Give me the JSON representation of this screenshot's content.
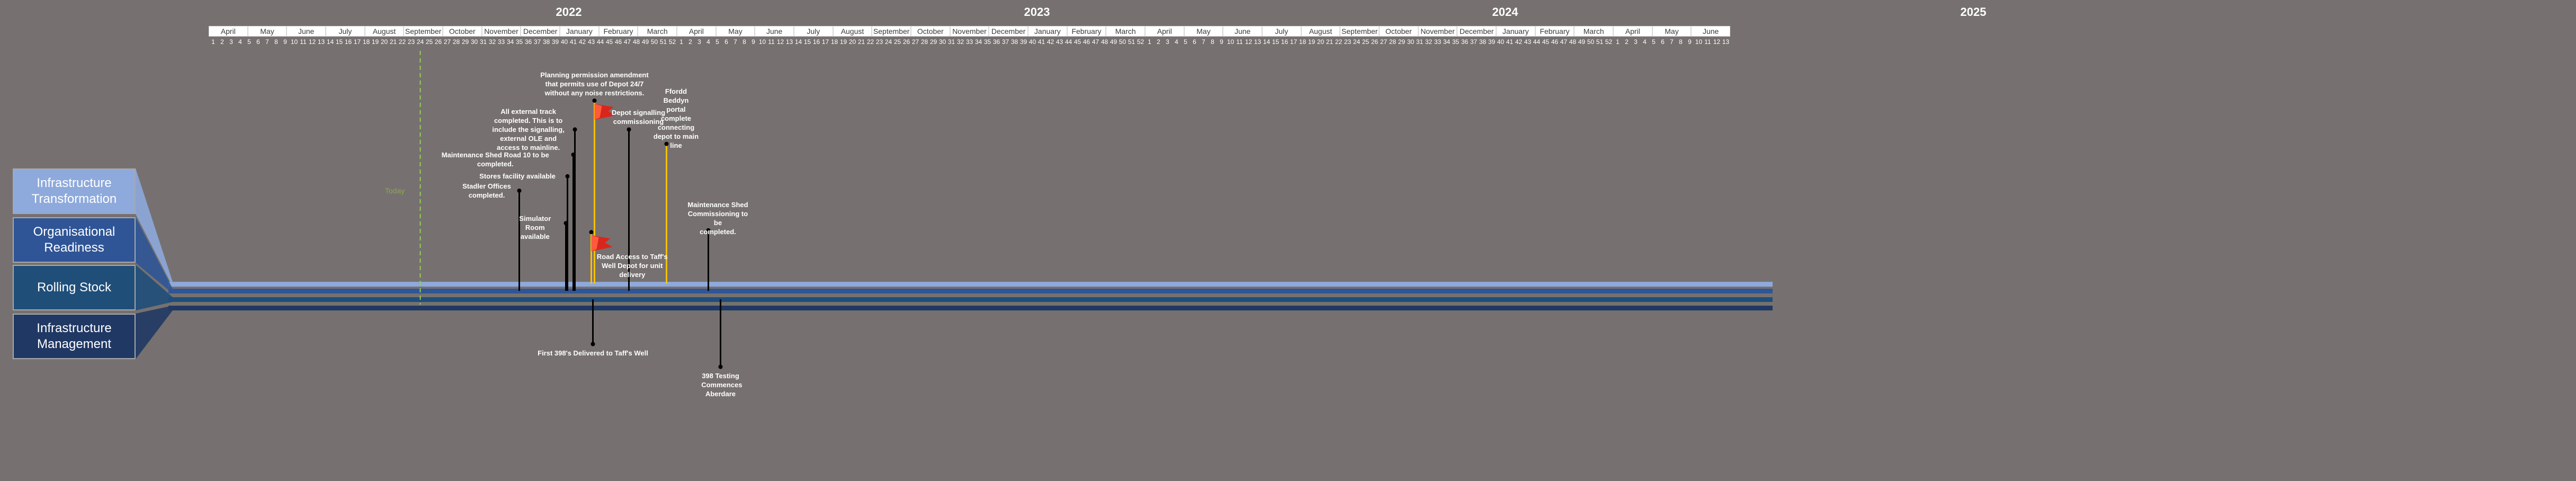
{
  "years": [
    {
      "label": "2022",
      "week": 40
    },
    {
      "label": "2023",
      "week": 92
    },
    {
      "label": "2024",
      "week": 144
    },
    {
      "label": "2025",
      "week": 196
    }
  ],
  "months": [
    "April",
    "May",
    "June",
    "July",
    "August",
    "September",
    "October",
    "November",
    "December",
    "January",
    "February",
    "March",
    "April",
    "May",
    "June",
    "July",
    "August",
    "September",
    "October",
    "November",
    "December",
    "January",
    "February",
    "March",
    "April",
    "May",
    "June",
    "July",
    "August",
    "September",
    "October",
    "November",
    "December",
    "January",
    "February",
    "March",
    "April",
    "May",
    "June"
  ],
  "weeks": [
    1,
    2,
    3,
    4,
    5,
    6,
    7,
    8,
    9,
    10,
    11,
    12,
    13,
    14,
    15,
    16,
    17,
    18,
    19,
    20,
    21,
    22,
    23,
    24,
    25,
    26,
    27,
    28,
    29,
    30,
    31,
    32,
    33,
    34,
    35,
    36,
    37,
    38,
    39,
    40,
    41,
    42,
    43,
    44,
    45,
    46,
    47,
    48,
    49,
    50,
    51,
    52,
    1,
    2,
    3,
    4,
    5,
    6,
    7,
    8,
    9,
    10,
    11,
    12,
    13,
    14,
    15,
    16,
    17,
    18,
    19,
    20,
    21,
    22,
    23,
    24,
    25,
    26,
    27,
    28,
    29,
    30,
    31,
    32,
    33,
    34,
    35,
    36,
    37,
    38,
    39,
    40,
    41,
    42,
    43,
    44,
    45,
    46,
    47,
    48,
    49,
    50,
    51,
    52,
    1,
    2,
    3,
    4,
    5,
    6,
    7,
    8,
    9,
    10,
    11,
    12,
    13,
    14,
    15,
    16,
    17,
    18,
    19,
    20,
    21,
    22,
    23,
    24,
    25,
    26,
    27,
    28,
    29,
    30,
    31,
    32,
    33,
    34,
    35,
    36,
    37,
    38,
    39,
    40,
    41,
    42,
    43,
    44,
    45,
    46,
    47,
    48,
    49,
    50,
    51,
    52,
    1,
    2,
    3,
    4,
    5,
    6,
    7,
    8,
    9,
    10,
    11,
    12,
    13
  ],
  "categories": [
    {
      "label": "Infrastructure Transformation",
      "color": "#8ea9db"
    },
    {
      "label": "Organisational Readiness",
      "color": "#2f5597"
    },
    {
      "label": "Rolling Stock",
      "color": "#1f4e79"
    },
    {
      "label": "Infrastructure Management",
      "color": "#203864"
    }
  ],
  "today": {
    "label": "Today",
    "week": 23
  },
  "milestones": [
    {
      "text": "Stadler Offices\ncompleted.",
      "week": 34,
      "lane": 1,
      "side": "up",
      "level": 0.5,
      "color": "#ffffff"
    },
    {
      "text": "Simulator Room\navailable",
      "week": 39,
      "lane": 1,
      "side": "up",
      "level": 0.32,
      "color": "#ffffff"
    },
    {
      "text": "Stores facility available",
      "week": 39,
      "lane": 1,
      "side": "up",
      "level": 0.58,
      "color": "#ffffff"
    },
    {
      "text": "Maintenance Shed Road 10 to be completed.",
      "week": 40,
      "lane": 1,
      "side": "up",
      "level": 0.7,
      "color": "#ffffff"
    },
    {
      "text": "All external track\ncompleted. This is to\ninclude the signalling,\nexternal OLE and\naccess to mainline.",
      "week": 40,
      "lane": 1,
      "side": "up",
      "level": 0.84,
      "color": "#ffffff"
    },
    {
      "text": "Planning permission amendment\nthat permits use of Depot 24/7\nwithout any noise restrictions.",
      "week": 42,
      "lane": 0,
      "side": "up",
      "level": 1.0,
      "color": "#ffc000",
      "flag": true
    },
    {
      "text": "Road Access to Taff's\nWell Depot for unit\ndelivery",
      "week": 42,
      "lane": 0,
      "side": "up",
      "level": 0.27,
      "color": "#ffc000",
      "flag": true
    },
    {
      "text": "Depot signalling\ncommissioning",
      "week": 46,
      "lane": 1,
      "side": "up",
      "level": 0.84,
      "color": "#ffffff"
    },
    {
      "text": "Ffordd\nBeddyn portal\ncomplete\nconnecting\ndepot to main\nline",
      "week": 50,
      "lane": 0,
      "side": "up",
      "level": 0.76,
      "color": "#ffc000"
    },
    {
      "text": "Maintenance Shed\nCommissioning to be\ncompleted.",
      "week": 55,
      "lane": 1,
      "side": "up",
      "level": 0.28,
      "color": "#ffffff"
    },
    {
      "text": "First 398's Delivered to Taff's Well",
      "week": 42,
      "lane": 2,
      "side": "down",
      "level": 0.3,
      "color": "#ffffff"
    },
    {
      "text": "398 Testing\nCommences\nAberdare",
      "week": 56,
      "lane": 2,
      "side": "down",
      "level": 0.5,
      "color": "#ffffff"
    }
  ]
}
